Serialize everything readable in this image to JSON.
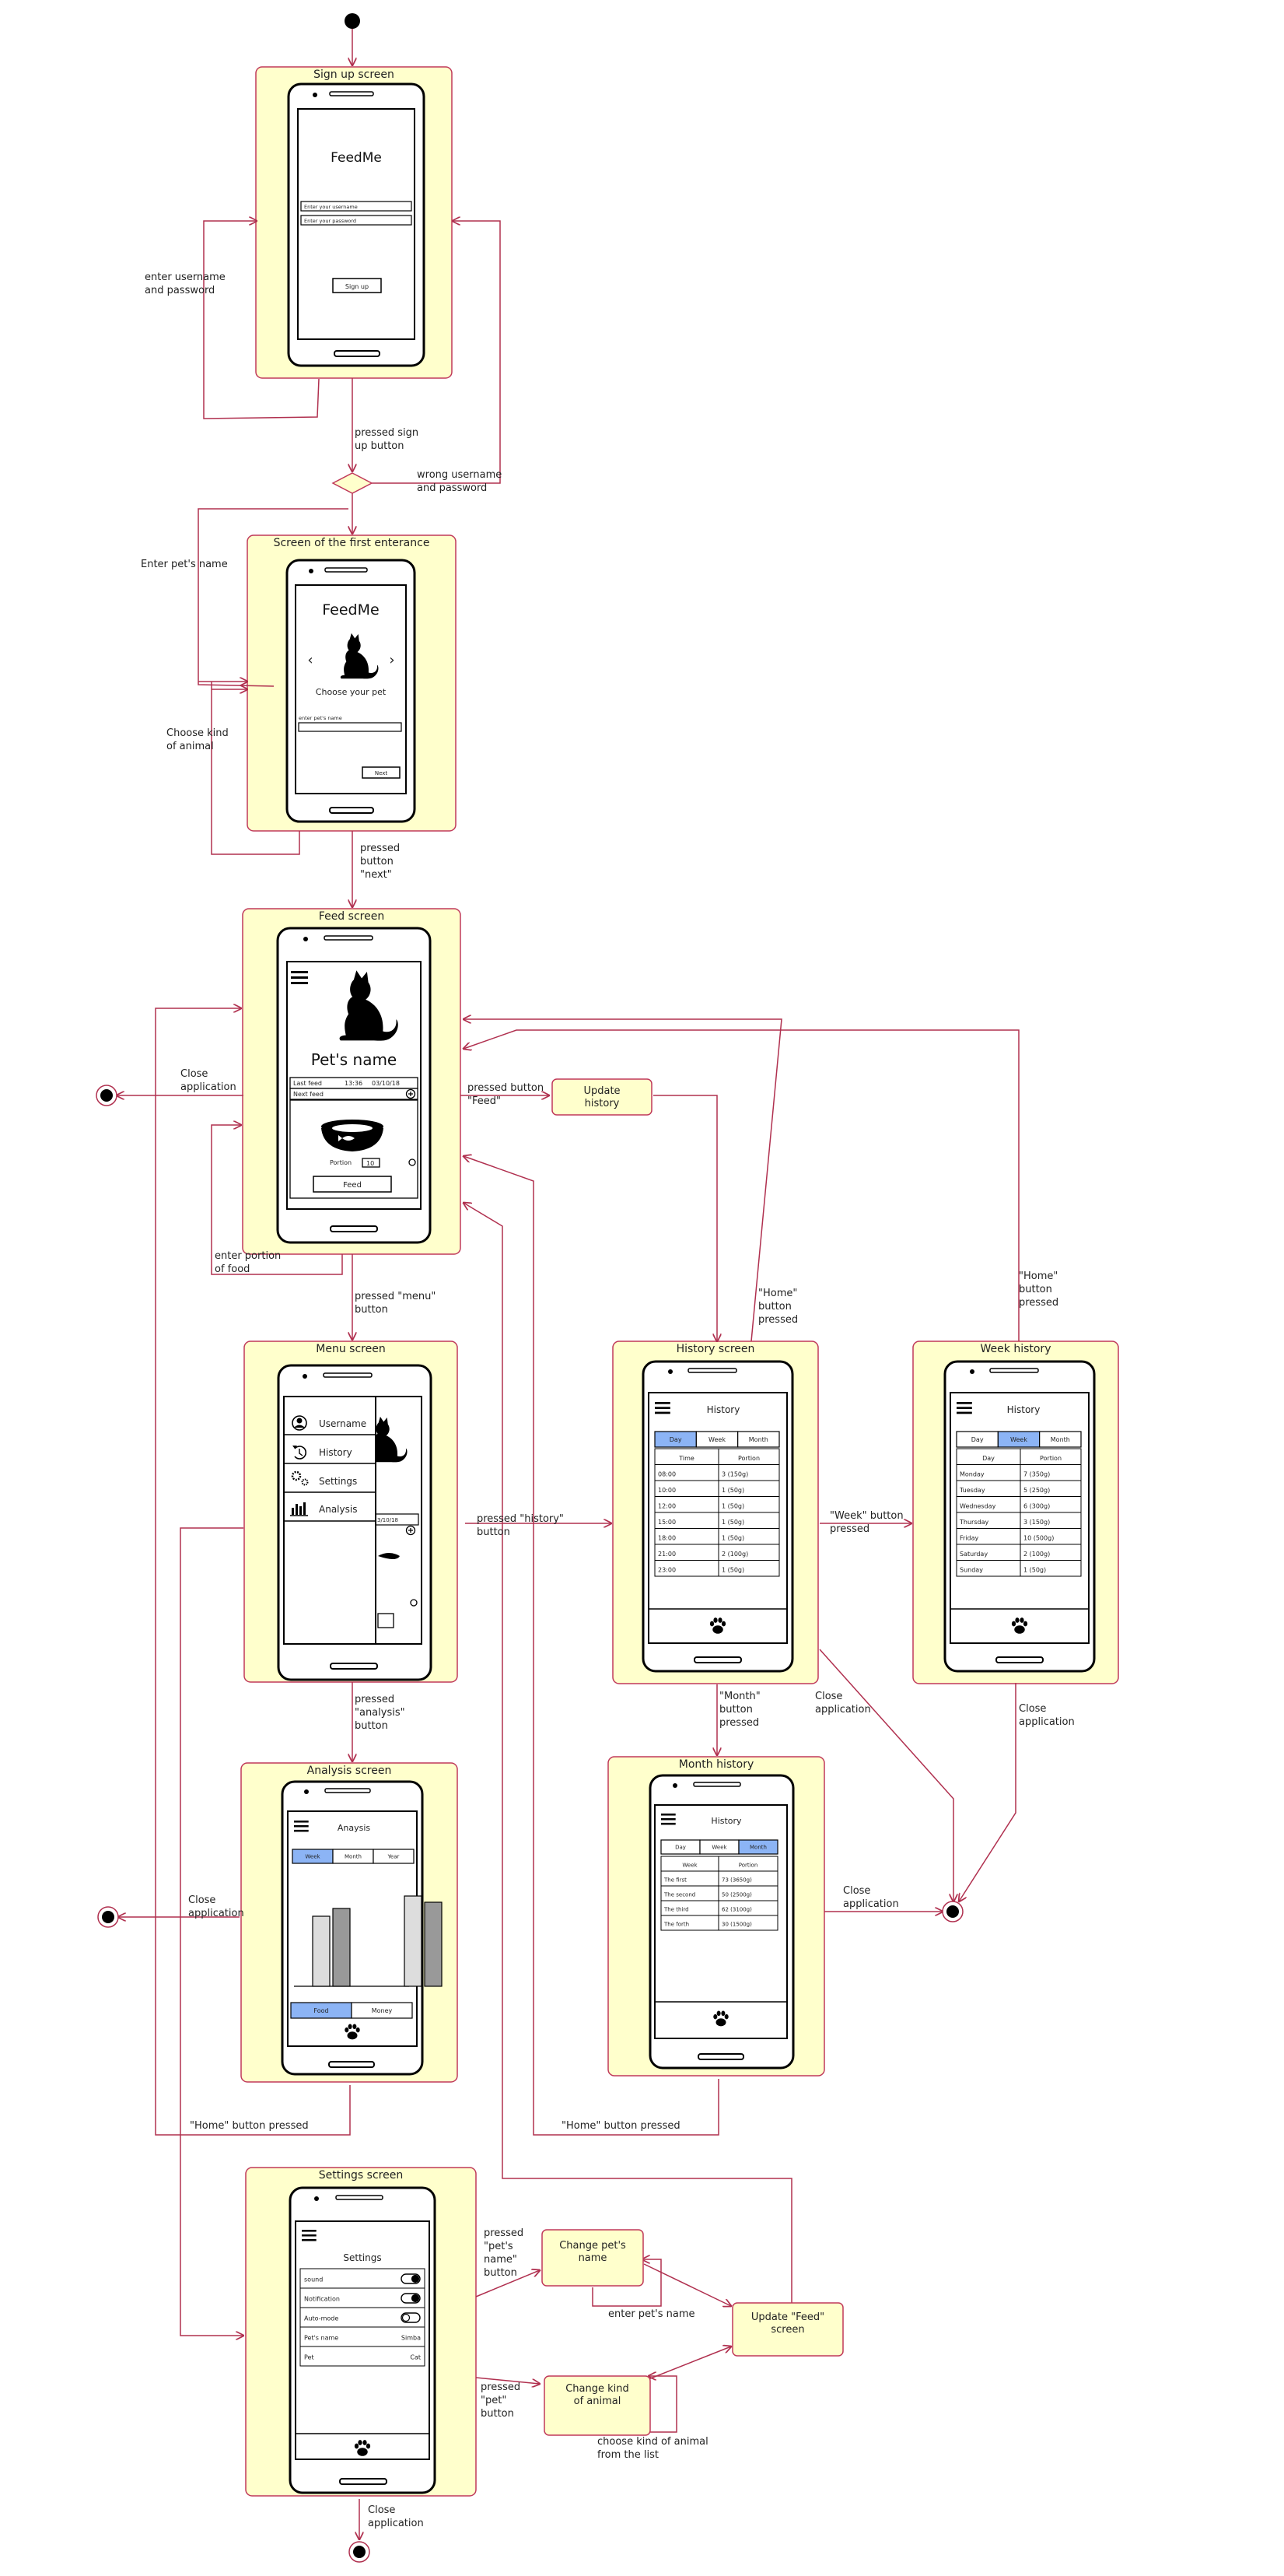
{
  "states": {
    "signup": {
      "title": "Sign up screen"
    },
    "first": {
      "title": "Screen of the first enterance"
    },
    "feed": {
      "title": "Feed screen"
    },
    "menu": {
      "title": "Menu screen"
    },
    "history": {
      "title": "History screen"
    },
    "week": {
      "title": "Week history"
    },
    "month": {
      "title": "Month history"
    },
    "analysis": {
      "title": "Analysis screen"
    },
    "settings": {
      "title": "Settings screen"
    },
    "update_history": {
      "title": "Update history"
    },
    "change_name": {
      "title": "Change pet's name"
    },
    "change_kind": {
      "title": "Change kind of animal"
    },
    "update_feed": {
      "title": "Update \"Feed\" screen"
    }
  },
  "transitions": {
    "enter_credentials": "enter username and password",
    "pressed_signup": "pressed sign up button",
    "wrong_credentials": "wrong username and password",
    "enter_pet_name": "Enter pet's name",
    "choose_kind": "Choose kind of animal",
    "pressed_next": "pressed button \"next\"",
    "close_feed": "Close application",
    "pressed_feed": "pressed button \"Feed\"",
    "enter_portion": "enter portion of food",
    "pressed_menu": "pressed \"menu\" button",
    "pressed_history": "pressed \"history\" button",
    "home_from_history": "\"Home\" button pressed",
    "home_from_week": "\"Home\" button pressed",
    "week_button": "\"Week\" button pressed",
    "month_button": "\"Month\" button pressed",
    "close_history": "Close application",
    "close_week": "Close application",
    "close_month": "Close application",
    "pressed_analysis": "pressed \"analysis\" button",
    "close_analysis": "Close application",
    "home_from_analysis": "\"Home\" button pressed",
    "home_from_month": "\"Home\" button pressed",
    "pressed_pets_name": "pressed \"pet's name\" button",
    "pressed_pet": "pressed \"pet\" button",
    "enter_pets_name": "enter pet's name",
    "choose_kind_list": "choose kind of animal from the list",
    "close_settings": "Close application"
  },
  "screens": {
    "signup": {
      "logo": "FeedMe",
      "username_placeholder": "Enter your username",
      "password_placeholder": "Enter your password",
      "button": "Sign up"
    },
    "first": {
      "logo": "FeedMe",
      "caption": "Choose your pet",
      "field_label": "enter pet's name",
      "button": "Next"
    },
    "feed": {
      "pet_name": "Pet's name",
      "last_feed_label": "Last feed",
      "last_feed_time": "13:36",
      "last_feed_date": "03/10/18",
      "next_feed_label": "Next feed",
      "portion_label": "Portion",
      "portion_value": "10",
      "button": "Feed"
    },
    "menu": {
      "items": [
        "Username",
        "History",
        "Settings",
        "Analysis"
      ],
      "date_fragment": "3/10/18"
    },
    "history": {
      "title": "History",
      "tabs": [
        "Day",
        "Week",
        "Month"
      ],
      "headers": [
        "Time",
        "Portion"
      ],
      "rows": [
        [
          "08:00",
          "3 (150g)"
        ],
        [
          "10:00",
          "1 (50g)"
        ],
        [
          "12:00",
          "1 (50g)"
        ],
        [
          "15:00",
          "1 (50g)"
        ],
        [
          "18:00",
          "1 (50g)"
        ],
        [
          "21:00",
          "2 (100g)"
        ],
        [
          "23:00",
          "1 (50g)"
        ]
      ]
    },
    "week": {
      "title": "History",
      "tabs": [
        "Day",
        "Week",
        "Month"
      ],
      "headers": [
        "Day",
        "Portion"
      ],
      "rows": [
        [
          "Monday",
          "7 (350g)"
        ],
        [
          "Tuesday",
          "5 (250g)"
        ],
        [
          "Wednesday",
          "6 (300g)"
        ],
        [
          "Thursday",
          "3 (150g)"
        ],
        [
          "Friday",
          "10 (500g)"
        ],
        [
          "Saturday",
          "2 (100g)"
        ],
        [
          "Sunday",
          "1 (50g)"
        ]
      ]
    },
    "month": {
      "title": "History",
      "tabs": [
        "Day",
        "Week",
        "Month"
      ],
      "headers": [
        "Week",
        "Portion"
      ],
      "rows": [
        [
          "The first",
          "73 (3650g)"
        ],
        [
          "The second",
          "50 (2500g)"
        ],
        [
          "The third",
          "62 (3100g)"
        ],
        [
          "The forth",
          "30 (1500g)"
        ]
      ]
    },
    "analysis": {
      "title": "Anaysis",
      "tabs": [
        "Week",
        "Month",
        "Year"
      ],
      "bottom_tabs": [
        "Food",
        "Money"
      ],
      "bars": [
        {
          "value": 0.45,
          "color": "#dddddd"
        },
        {
          "value": 0.5,
          "color": "#999999"
        },
        {
          "value": 0.58,
          "color": "#dddddd"
        },
        {
          "value": 0.54,
          "color": "#999999"
        }
      ]
    },
    "settings": {
      "title": "Settings",
      "rows": [
        [
          "sound",
          "on"
        ],
        [
          "Notification",
          "on"
        ],
        [
          "Auto-mode",
          "off"
        ],
        [
          "Pet's name",
          "Simba"
        ],
        [
          "Pet",
          "Cat"
        ]
      ]
    }
  },
  "colors": {
    "state_fill": "#ffffcc",
    "state_stroke": "#c0395a",
    "arrow": "#b0304f",
    "tab_selected": "#8cb4f5"
  }
}
